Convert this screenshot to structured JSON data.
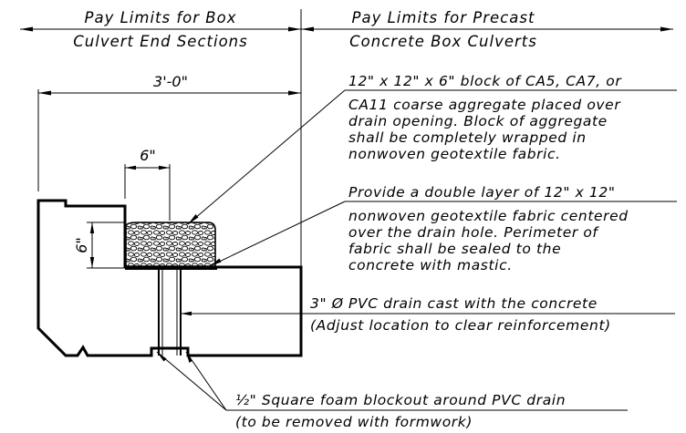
{
  "header": {
    "left_line1": "Pay Limits for Box",
    "left_line2": "Culvert End Sections",
    "right_line1": "Pay Limits for Precast",
    "right_line2": "Concrete Box Culverts"
  },
  "dimensions": {
    "overall_width": "3'-0\"",
    "block_width": "6\"",
    "block_height": "6\""
  },
  "notes": {
    "aggregate_block": [
      "12\" x 12\" x 6\" block of CA5, CA7, or",
      "CA11 coarse aggregate placed over",
      "drain opening. Block of aggregate",
      "shall be completely wrapped in",
      "nonwoven geotextile fabric."
    ],
    "geotextile": [
      "Provide a double layer of 12\" x 12\"",
      "nonwoven geotextile fabric centered",
      "over the drain hole. Perimeter of",
      "fabric shall be sealed to the",
      "concrete with mastic."
    ],
    "pvc_drain": [
      "3\" Ø PVC drain cast with the concrete",
      "(Adjust location to clear reinforcement)"
    ],
    "foam_blockout": [
      "½\" Square foam blockout around PVC drain",
      "(to be removed with formwork)"
    ]
  }
}
